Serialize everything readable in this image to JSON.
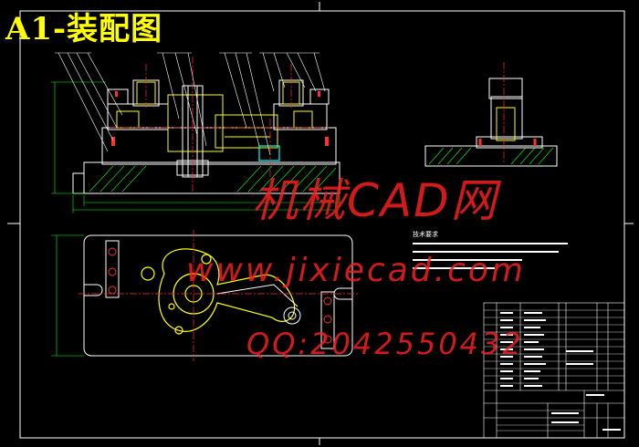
{
  "title": "A1-装配图",
  "watermark": {
    "line1": "机械CAD网",
    "line2": "www.jixiecad.com",
    "line3": "QQ:2042550432"
  },
  "technical_requirements": {
    "heading": "技术要求"
  },
  "colors": {
    "background": "#000000",
    "title": "#ffff00",
    "watermark": "#ff2020",
    "outline": "#ffffff",
    "centerline": "#ff3030",
    "fill_lines": "#00ff00",
    "highlight": "#00ffff",
    "yellow_parts": "#ffff00"
  }
}
